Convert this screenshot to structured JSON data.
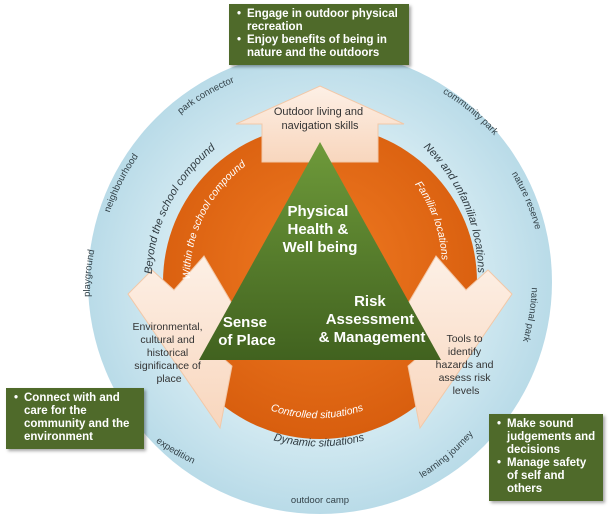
{
  "center": {
    "top_lines": [
      "Physical",
      "Health &",
      "Well being"
    ],
    "left_lines": [
      "Sense",
      "of Place"
    ],
    "right_lines": [
      "Risk",
      "Assessment",
      "& Management"
    ]
  },
  "arrows": {
    "top_lines": [
      "Outdoor living and",
      "navigation skills"
    ],
    "left_lines": [
      "Environmental,",
      "cultural and",
      "historical",
      "significance of",
      "place"
    ],
    "right_lines": [
      "Tools to",
      "identify",
      "hazards and",
      "assess risk",
      "levels"
    ]
  },
  "inner_ring": {
    "within": "Within the school compound",
    "familiar": "Familiar locations",
    "controlled": "Controlled situations"
  },
  "outer_ring": {
    "beyond": "Beyond the school compound",
    "new": "New and unfamiliar locations",
    "dynamic": "Dynamic situations"
  },
  "places": {
    "park_connector": "park connector",
    "community_park": "community park",
    "neighbourhood": "neighbourhood",
    "nature_reserve": "nature reserve",
    "playground": "playground",
    "national_park": "national park",
    "expedition": "expedition",
    "learning_journey": "learning journey",
    "outdoor_camp": "outdoor camp"
  },
  "boxes": {
    "top": [
      "Engage in outdoor physical recreation",
      "Enjoy benefits of being in nature and the outdoors"
    ],
    "left": [
      "Connect with and care for the community and the environment"
    ],
    "right": [
      "Make sound judgements and decisions",
      "Manage safety of self and others"
    ]
  },
  "colors": {
    "outer_ring": "#cfe6ee",
    "orange_ring": "#e36a16",
    "triangle": "#557b2c",
    "arrow": "#fbe3d0",
    "box": "#4f6a2a"
  }
}
